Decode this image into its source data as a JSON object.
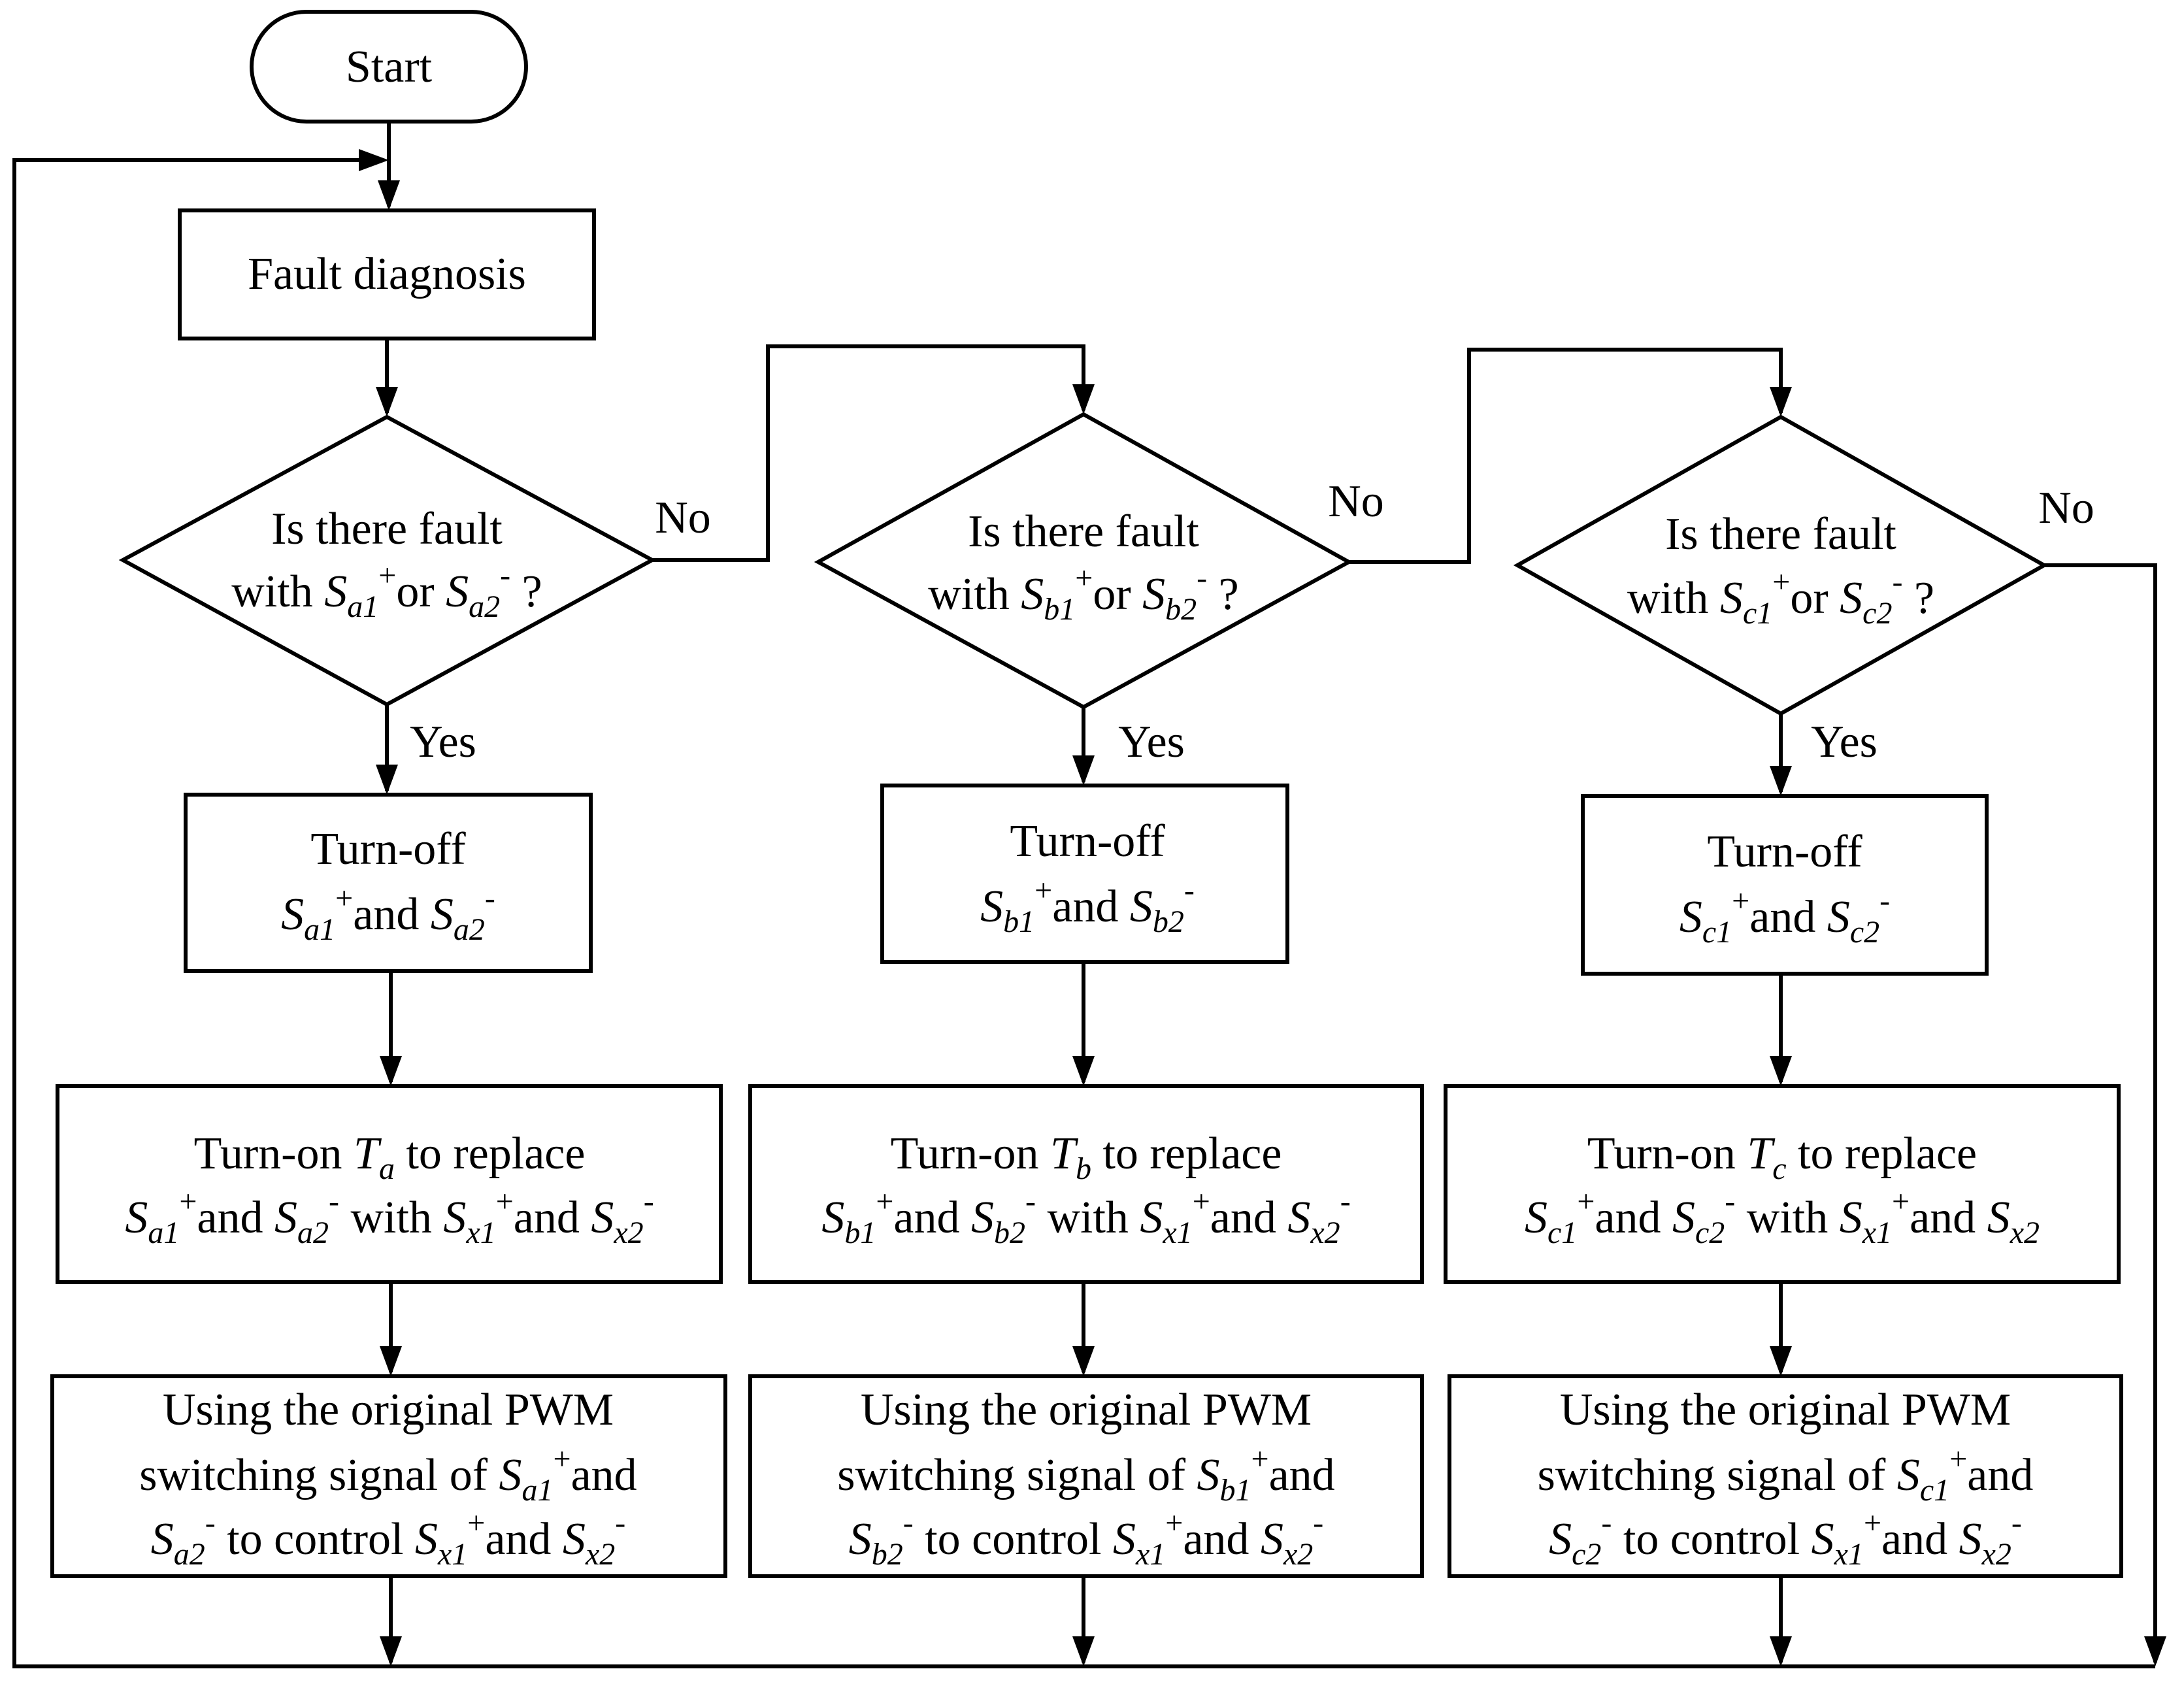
{
  "start": "Start",
  "fault_diagnosis": "Fault diagnosis",
  "yes": "Yes",
  "no": "No",
  "is_there_fault": "Is there fault",
  "with": "with ",
  "or": "or ",
  "question": "?",
  "turn_off": "Turn-off",
  "turn_on": "Turn-on ",
  "to_replace": " to replace",
  "and": "and ",
  "with_mid": " with ",
  "using_line1": "Using the original PWM",
  "using_line2": "switching signal of ",
  "to_control": " to control ",
  "sup_plus": "+",
  "sup_minus": "-",
  "sym_S": "S",
  "sym_T": "T",
  "sub_x1": "x1",
  "sub_x2": "x2",
  "phases": [
    {
      "sub1": "a1",
      "sub2": "a2",
      "t_sub": "a"
    },
    {
      "sub1": "b1",
      "sub2": "b2",
      "t_sub": "b"
    },
    {
      "sub1": "c1",
      "sub2": "c2",
      "t_sub": "c"
    }
  ]
}
